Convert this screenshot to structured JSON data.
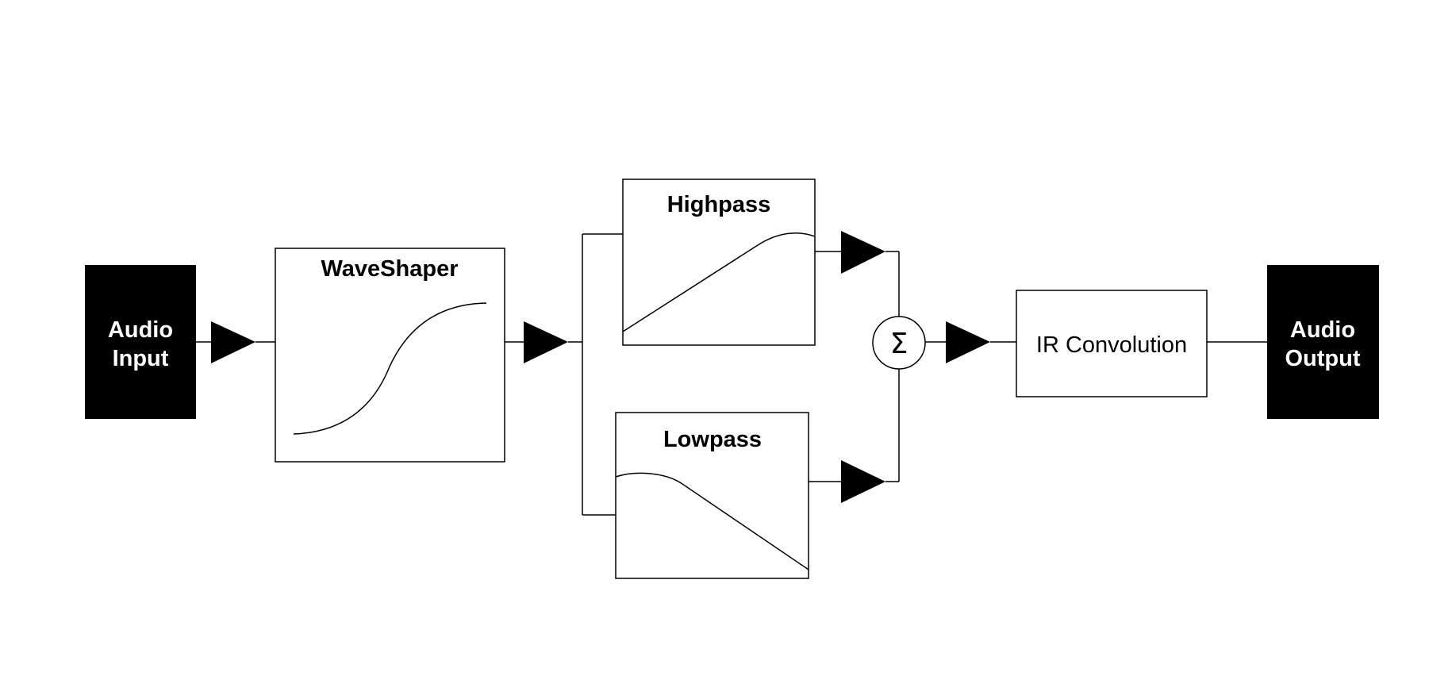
{
  "diagram": {
    "nodes": {
      "audio_input": [
        "Audio",
        "Input"
      ],
      "waveshaper": "WaveShaper",
      "highpass": "Highpass",
      "lowpass": "Lowpass",
      "summer": "Σ",
      "ir_convolution": "IR Convolution",
      "audio_output": [
        "Audio",
        "Output"
      ]
    },
    "amplifiers": [
      "gain-1",
      "gain-2",
      "gain-highpass",
      "gain-lowpass",
      "gain-sum"
    ],
    "connections": [
      [
        "audio_input",
        "gain-1"
      ],
      [
        "gain-1",
        "waveshaper"
      ],
      [
        "waveshaper",
        "gain-2"
      ],
      [
        "gain-2",
        "highpass"
      ],
      [
        "gain-2",
        "lowpass"
      ],
      [
        "highpass",
        "gain-highpass"
      ],
      [
        "lowpass",
        "gain-lowpass"
      ],
      [
        "gain-highpass",
        "summer"
      ],
      [
        "gain-lowpass",
        "summer"
      ],
      [
        "summer",
        "gain-sum"
      ],
      [
        "gain-sum",
        "ir_convolution"
      ],
      [
        "ir_convolution",
        "audio_output"
      ]
    ],
    "colors": {
      "foreground": "#000000",
      "background": "#ffffff",
      "terminal_text": "#ffffff"
    }
  }
}
